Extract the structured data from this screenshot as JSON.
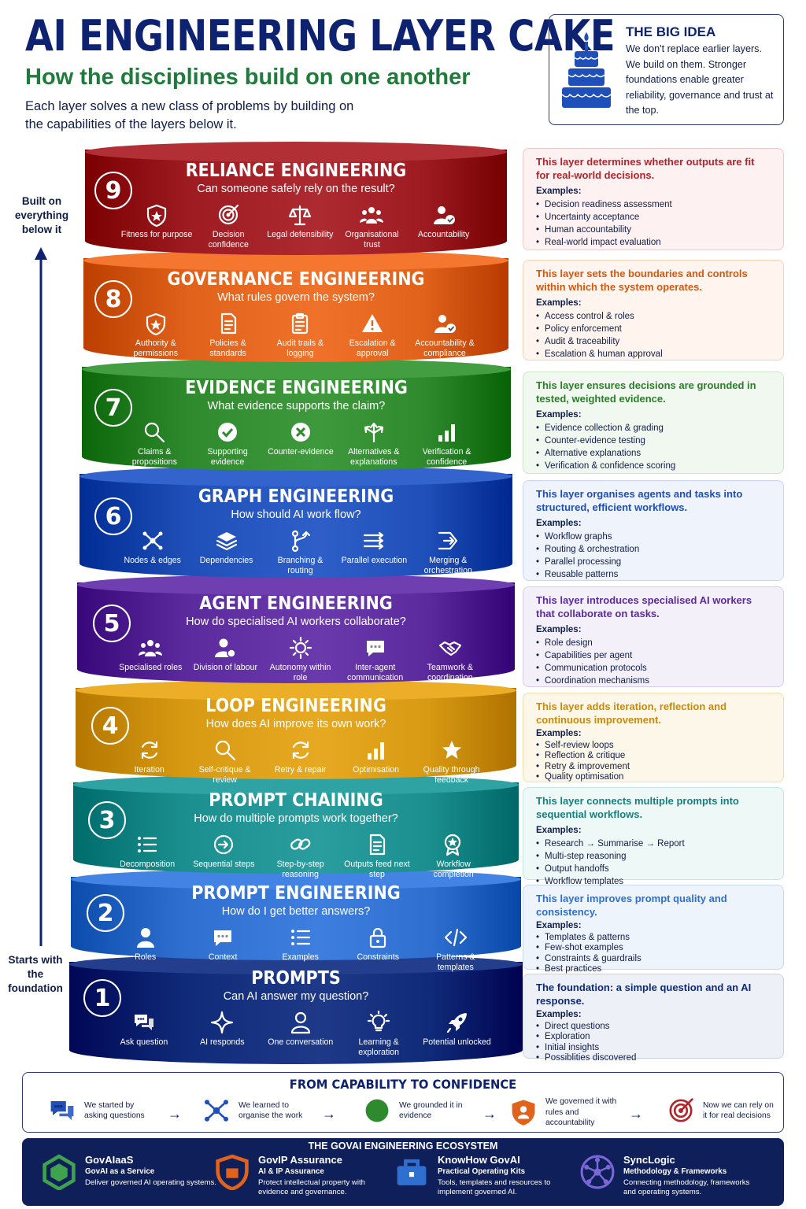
{
  "header": {
    "title": "AI ENGINEERING LAYER CAKE",
    "subtitle": "How the disciplines build on one another",
    "intro": "Each layer solves a new class of problems by building on the capabilities of the layers below it."
  },
  "big_idea": {
    "title": "THE BIG IDEA",
    "text": "We don't replace earlier layers. We build on them. Stronger foundations enable greater reliability, governance and trust at the top."
  },
  "side": {
    "top": "Built on everything below it",
    "bottom": "Starts with the foundation"
  },
  "layers": [
    {
      "num": "9",
      "title": "RELIANCE ENGINEERING",
      "question": "Can someone safely rely on the result?",
      "items": [
        {
          "label": "Fitness for purpose",
          "icon": "shield-star-icon"
        },
        {
          "label": "Decision confidence",
          "icon": "target-icon"
        },
        {
          "label": "Legal defensibility",
          "icon": "scales-icon"
        },
        {
          "label": "Organisational trust",
          "icon": "people-group-icon"
        },
        {
          "label": "Accountability",
          "icon": "person-check-icon"
        }
      ],
      "card": {
        "headline": "This layer determines whether outputs are fit for real-world decisions.",
        "examples_label": "Examples:",
        "examples": [
          "Decision readiness assessment",
          "Uncertainty acceptance",
          "Human accountability",
          "Real-world impact evaluation"
        ]
      }
    },
    {
      "num": "8",
      "title": "GOVERNANCE ENGINEERING",
      "question": "What rules govern the system?",
      "items": [
        {
          "label": "Authority & permissions",
          "icon": "shield-star-icon"
        },
        {
          "label": "Policies & standards",
          "icon": "document-icon"
        },
        {
          "label": "Audit trails & logging",
          "icon": "clipboard-icon"
        },
        {
          "label": "Escalation & approval",
          "icon": "warning-icon"
        },
        {
          "label": "Accountability & compliance",
          "icon": "person-check-icon"
        }
      ],
      "card": {
        "headline": "This layer sets the boundaries and controls within which the system operates.",
        "examples_label": "Examples:",
        "examples": [
          "Access control & roles",
          "Policy enforcement",
          "Audit & traceability",
          "Escalation & human approval"
        ]
      }
    },
    {
      "num": "7",
      "title": "EVIDENCE ENGINEERING",
      "question": "What evidence supports the claim?",
      "items": [
        {
          "label": "Claims & propositions",
          "icon": "magnifier-icon"
        },
        {
          "label": "Supporting evidence",
          "icon": "check-circle-icon"
        },
        {
          "label": "Counter-evidence",
          "icon": "x-circle-icon"
        },
        {
          "label": "Alternatives & explanations",
          "icon": "split-arrows-icon"
        },
        {
          "label": "Verification & confidence",
          "icon": "bar-chart-icon"
        }
      ],
      "card": {
        "headline": "This layer ensures decisions are grounded in tested, weighted evidence.",
        "examples_label": "Examples:",
        "examples": [
          "Evidence collection & grading",
          "Counter-evidence testing",
          "Alternative explanations",
          "Verification & confidence scoring"
        ]
      }
    },
    {
      "num": "6",
      "title": "GRAPH ENGINEERING",
      "question": "How should AI work flow?",
      "items": [
        {
          "label": "Nodes & edges",
          "icon": "network-icon"
        },
        {
          "label": "Dependencies",
          "icon": "layers-icon"
        },
        {
          "label": "Branching & routing",
          "icon": "branch-icon"
        },
        {
          "label": "Parallel execution",
          "icon": "parallel-arrows-icon"
        },
        {
          "label": "Merging & orchestration",
          "icon": "merge-icon"
        }
      ],
      "card": {
        "headline": "This layer organises agents and tasks into structured, efficient workflows.",
        "examples_label": "Examples:",
        "examples": [
          "Workflow graphs",
          "Routing & orchestration",
          "Parallel processing",
          "Reusable patterns"
        ]
      }
    },
    {
      "num": "5",
      "title": "AGENT ENGINEERING",
      "question": "How do specialised AI workers collaborate?",
      "items": [
        {
          "label": "Specialised roles",
          "icon": "people-group-icon"
        },
        {
          "label": "Division of labour",
          "icon": "person-gear-icon"
        },
        {
          "label": "Autonomy within role",
          "icon": "gear-icon"
        },
        {
          "label": "Inter-agent communication",
          "icon": "chat-bubble-icon"
        },
        {
          "label": "Teamwork & coordination",
          "icon": "handshake-icon"
        }
      ],
      "card": {
        "headline": "This layer introduces specialised AI workers that collaborate on tasks.",
        "examples_label": "Examples:",
        "examples": [
          "Role design",
          "Capabilities per agent",
          "Communication protocols",
          "Coordination mechanisms"
        ]
      }
    },
    {
      "num": "4",
      "title": "LOOP ENGINEERING",
      "question": "How does AI improve its own work?",
      "items": [
        {
          "label": "Iteration",
          "icon": "cycle-icon"
        },
        {
          "label": "Self-critique & review",
          "icon": "magnifier-icon"
        },
        {
          "label": "Retry & repair",
          "icon": "cycle-icon"
        },
        {
          "label": "Optimisation",
          "icon": "bar-chart-icon"
        },
        {
          "label": "Quality through feedback",
          "icon": "star-icon"
        }
      ],
      "card": {
        "headline": "This layer adds iteration, reflection and continuous improvement.",
        "examples_label": "Examples:",
        "examples": [
          "Self-review loops",
          "Reflection & critique",
          "Retry & improvement",
          "Quality optimisation"
        ]
      }
    },
    {
      "num": "3",
      "title": "PROMPT CHAINING",
      "question": "How do multiple prompts work together?",
      "items": [
        {
          "label": "Decomposition",
          "icon": "list-icon"
        },
        {
          "label": "Sequential steps",
          "icon": "step-arrow-icon"
        },
        {
          "label": "Step-by-step reasoning",
          "icon": "chain-link-icon"
        },
        {
          "label": "Outputs feed next step",
          "icon": "document-icon"
        },
        {
          "label": "Workflow completion",
          "icon": "badge-star-icon"
        }
      ],
      "card": {
        "headline": "This layer connects multiple prompts into sequential workflows.",
        "examples_label": "Examples:",
        "examples": [
          "Research → Summarise → Report",
          "Multi-step reasoning",
          "Output handoffs",
          "Workflow templates"
        ]
      }
    },
    {
      "num": "2",
      "title": "PROMPT ENGINEERING",
      "question": "How do I get better answers?",
      "items": [
        {
          "label": "Roles",
          "icon": "person-icon"
        },
        {
          "label": "Context",
          "icon": "chat-bubble-icon"
        },
        {
          "label": "Examples",
          "icon": "list-icon"
        },
        {
          "label": "Constraints",
          "icon": "lock-icon"
        },
        {
          "label": "Patterns & templates",
          "icon": "code-icon"
        }
      ],
      "card": {
        "headline": "This layer improves prompt quality and consistency.",
        "examples_label": "Examples:",
        "examples": [
          "Templates & patterns",
          "Few-shot examples",
          "Constraints & guardrails",
          "Best practices"
        ]
      }
    },
    {
      "num": "1",
      "title": "PROMPTS",
      "question": "Can AI answer my question?",
      "items": [
        {
          "label": "Ask question",
          "icon": "chat-bubbles-icon"
        },
        {
          "label": "AI responds",
          "icon": "sparkle-icon"
        },
        {
          "label": "One conversation",
          "icon": "person-outline-icon"
        },
        {
          "label": "Learning & exploration",
          "icon": "lightbulb-icon"
        },
        {
          "label": "Potential unlocked",
          "icon": "rocket-icon"
        }
      ],
      "card": {
        "headline": "The foundation: a simple question and an AI response.",
        "examples_label": "Examples:",
        "examples": [
          "Direct questions",
          "Exploration",
          "Initial insights",
          "Possiblities discovered"
        ]
      }
    }
  ],
  "capability": {
    "title": "FROM CAPABILITY TO CONFIDENCE",
    "steps": [
      {
        "text": "We started by asking questions",
        "icon": "chat-bubbles-icon"
      },
      {
        "text": "We learned to organise the work",
        "icon": "network-icon"
      },
      {
        "text": "We grounded it in evidence",
        "icon": "check-circle-icon"
      },
      {
        "text": "We governed it with rules and accountability",
        "icon": "shield-person-icon"
      },
      {
        "text": "Now we can rely on it for real decisions",
        "icon": "target-icon"
      }
    ]
  },
  "ecosystem": {
    "title": "THE GOVAI ENGINEERING ECOSYSTEM",
    "items": [
      {
        "name": "GovAIaaS",
        "sub": "GovAI as a Service",
        "desc": "Deliver governed AI operating systems.",
        "icon": "hexagon-logo-icon"
      },
      {
        "name": "GovIP Assurance",
        "sub": "AI & IP Assurance",
        "desc": "Protect intellectual property with evidence and governance.",
        "icon": "shield-logo-icon"
      },
      {
        "name": "KnowHow GovAI",
        "sub": "Practical Operating Kits",
        "desc": "Tools, templates and resources to implement governed AI.",
        "icon": "toolbox-icon"
      },
      {
        "name": "SyncLogic",
        "sub": "Methodology & Frameworks",
        "desc": "Connecting methodology, frameworks and operating systems.",
        "icon": "hub-network-icon"
      }
    ]
  },
  "colors": {
    "layer9": "#9e1b22",
    "layer8": "#e0621b",
    "layer7": "#2f8a2d",
    "layer6": "#1f4fb8",
    "layer5": "#5b2b9e",
    "layer4": "#d89a12",
    "layer3": "#1b8f8f",
    "layer2": "#2f6fd0",
    "layer1": "#0f2a78",
    "navy": "#0d2270",
    "green_sub": "#1f7a3b"
  }
}
